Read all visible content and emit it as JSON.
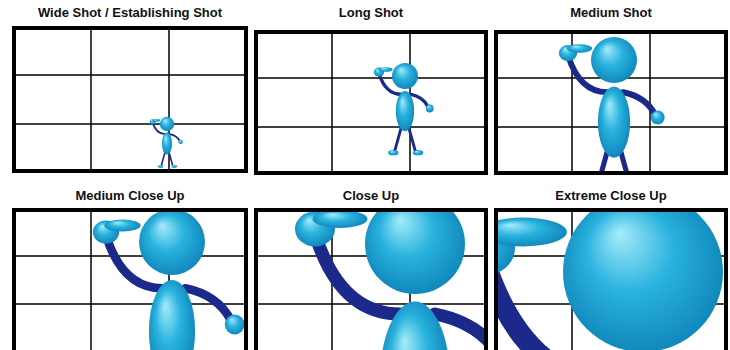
{
  "diagram": {
    "nodes": [
      {
        "text": [
          "Wide Shot / Establishing Shot"
        ]
      },
      {
        "text": [
          "Long Shot"
        ]
      },
      {
        "text": [
          "Medium Shot"
        ]
      },
      {
        "text": [
          "Medium Close Up"
        ]
      },
      {
        "text": [
          "Close Up"
        ]
      },
      {
        "text": [
          "Extreme Close Up"
        ]
      }
    ]
  }
}
